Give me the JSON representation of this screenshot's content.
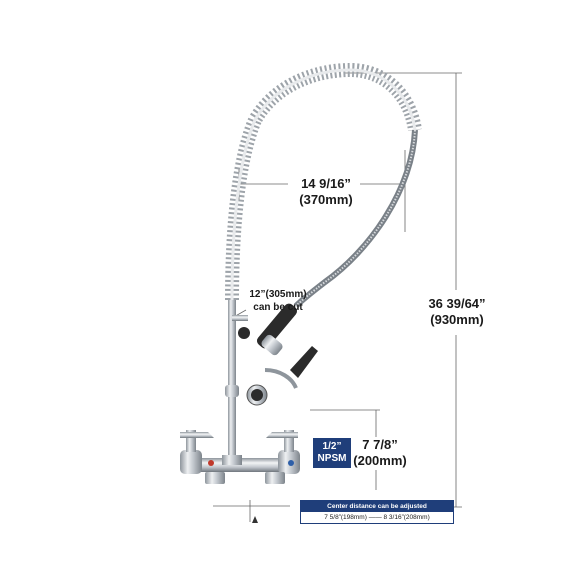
{
  "dimensions": {
    "reach": {
      "imperial": "14 9/16”",
      "metric": "(370mm)"
    },
    "height": {
      "imperial": "36 39/64”",
      "metric": "(930mm)"
    },
    "spout_height": {
      "imperial": "7 7/8”",
      "metric": "(200mm)"
    },
    "cut_note": {
      "line1": "12”(305mm)",
      "line2": "can be cut"
    }
  },
  "connection": {
    "line1": "1/2”",
    "line2": "NPSM"
  },
  "center_distance": {
    "title": "Center distance can be adjusted",
    "min": "7 5/8”(198mm)",
    "max": "8 3/16”(208mm)"
  },
  "colors": {
    "accent": "#1f3e7a",
    "chrome": "#c7ccd2",
    "line": "#555555"
  }
}
